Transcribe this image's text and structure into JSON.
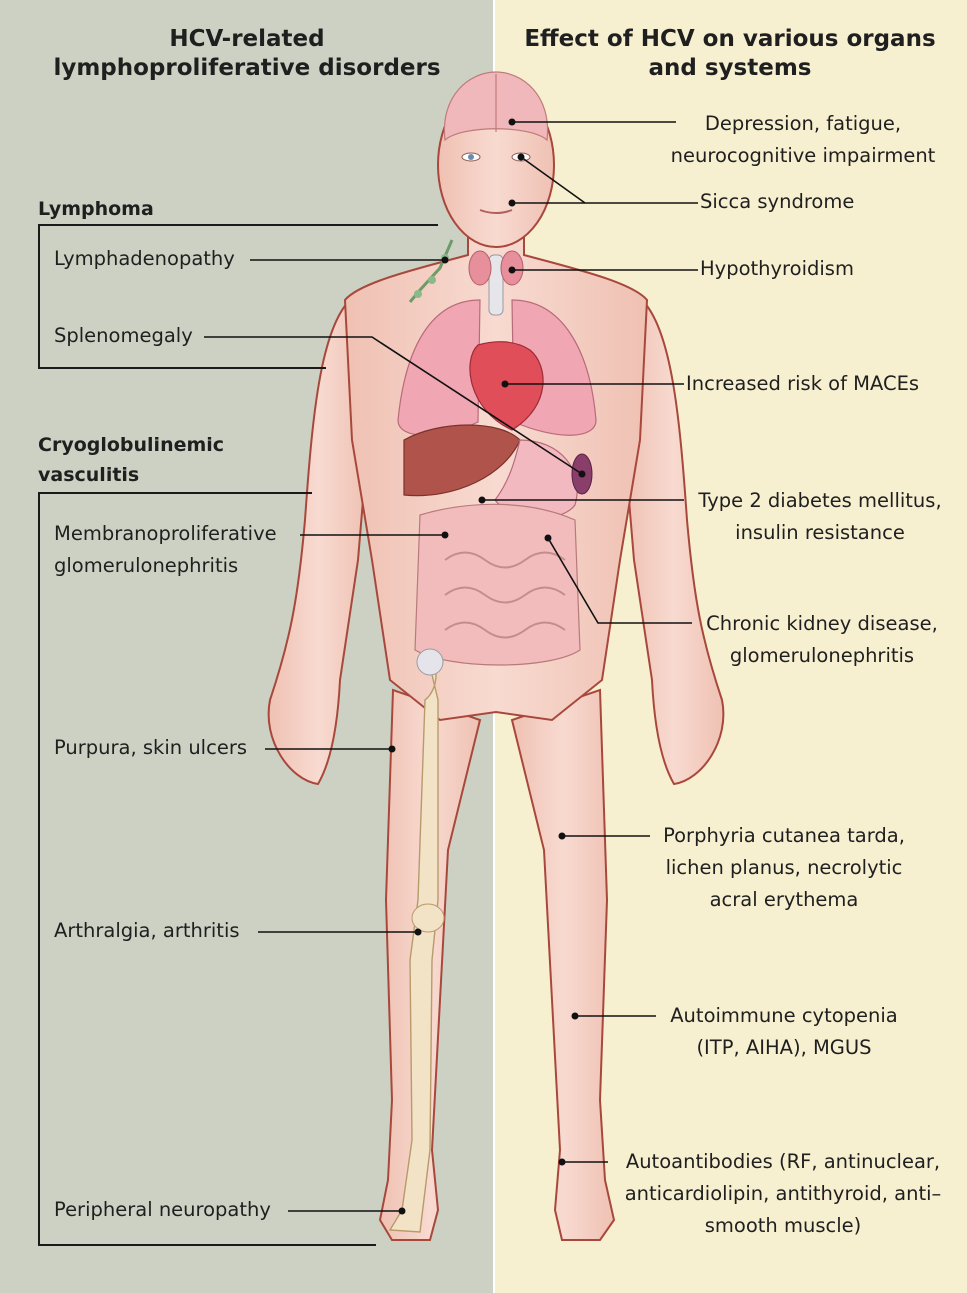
{
  "headers": {
    "left": "HCV-related lymphoproliferative disorders",
    "right": "Effect of HCV on various organs and systems"
  },
  "left": {
    "lymphoma": {
      "title": "Lymphoma",
      "items": [
        "Lymphadenopathy",
        "Splenomegaly"
      ]
    },
    "cryo": {
      "title": "Cryoglobulinemic vasculitis",
      "items": [
        "Membranoproliferative glomerulonephritis",
        "Purpura, skin ulcers",
        "Arthralgia, arthritis",
        "Peripheral neuropathy"
      ]
    }
  },
  "right": {
    "labels": [
      "Depression, fatigue, neurocognitive impairment",
      "Sicca syndrome",
      "Hypothyroidism",
      "Increased risk of MACEs",
      "Type 2 diabetes mellitus, insulin resistance",
      "Chronic kidney disease, glomerulonephritis",
      "Porphyria cutanea tarda, lichen planus, necrolytic acral erythema",
      "Autoimmune cytopenia (ITP, AIHA), MGUS",
      "Autoantibodies (RF, antinuclear, anticardiolipin, antithyroid, anti–smooth muscle)"
    ]
  },
  "colors": {
    "left_panel": "#ccd1c4",
    "right_panel": "#f6efd0",
    "skin": "#f3cdc0",
    "outline": "#a8483c",
    "organ": "#e89aa4",
    "bone": "#f2e2c6"
  }
}
